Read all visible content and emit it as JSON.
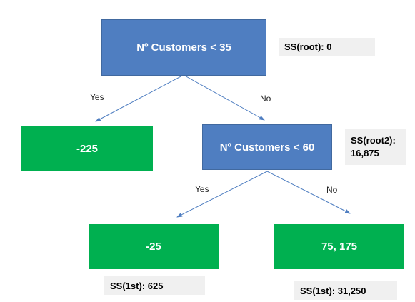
{
  "nodes": {
    "root": {
      "label": "Nº Customers < 35"
    },
    "left_leaf": {
      "label": "-225"
    },
    "root2": {
      "label": "Nº Customers < 60"
    },
    "leaf_yes": {
      "label": "-25"
    },
    "leaf_no": {
      "label": "75, 175"
    }
  },
  "edges": {
    "root_yes": "Yes",
    "root_no": "No",
    "root2_yes": "Yes",
    "root2_no": "No"
  },
  "notes": {
    "ss_root": "SS(root): 0",
    "ss_root2_line1": "SS(root2):",
    "ss_root2_line2": "16,875",
    "ss_1st_left": "SS(1st): 625",
    "ss_1st_right": "SS(1st): 31,250"
  },
  "colors": {
    "decision_node": "#4f7ec1",
    "leaf_node": "#00b050",
    "edge": "#4f7ec1",
    "note_bg": "#f0f0f0"
  }
}
